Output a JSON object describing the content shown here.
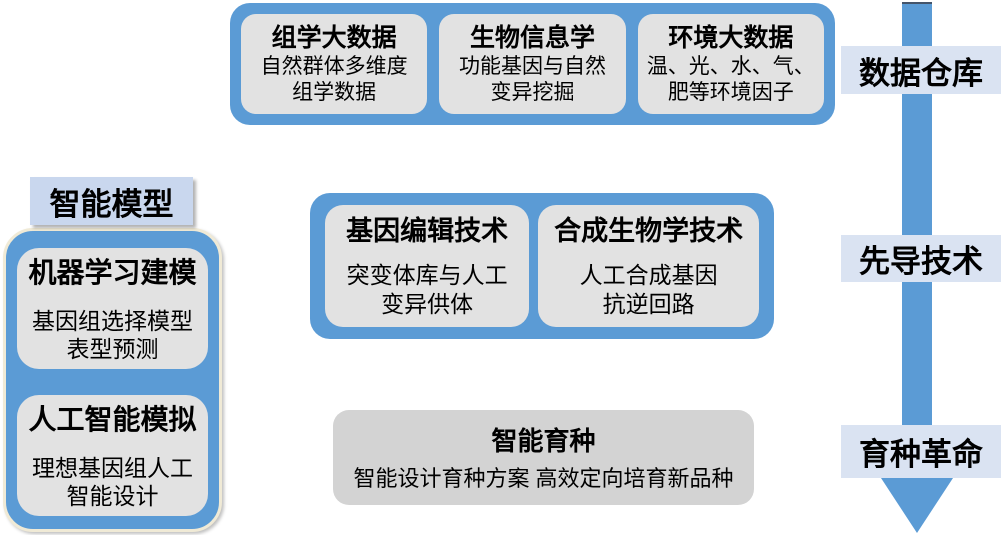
{
  "colors": {
    "group_blue": "#5b9bd5",
    "inner_box_gray": "#e2e2e2",
    "bottom_box_gray": "#d3d3d3",
    "flow_label_blue": "#dae3f2",
    "model_label_blue": "#c9d7ee",
    "cream_border": "#f0ead6",
    "text": "#000000"
  },
  "data_warehouse_group": {
    "boxes": [
      {
        "title": "组学大数据",
        "lines": [
          "自然群体多维度",
          "组学数据"
        ]
      },
      {
        "title": "生物信息学",
        "lines": [
          "功能基因与自然",
          "变异挖掘"
        ]
      },
      {
        "title": "环境大数据",
        "lines": [
          "温、光、水、气、",
          "肥等环境因子"
        ]
      }
    ]
  },
  "model_group": {
    "label": "智能模型",
    "boxes": [
      {
        "title": "机器学习建模",
        "lines": [
          "基因组选择模型",
          "表型预测"
        ]
      },
      {
        "title": "人工智能模拟",
        "lines": [
          "理想基因组人工",
          "智能设计"
        ]
      }
    ]
  },
  "tech_group": {
    "boxes": [
      {
        "title": "基因编辑技术",
        "lines": [
          "突变体库与人工",
          "变异供体"
        ]
      },
      {
        "title": "合成生物学技术",
        "lines": [
          "人工合成基因",
          "抗逆回路"
        ]
      }
    ]
  },
  "breeding_box": {
    "title": "智能育种",
    "subtitle": "智能设计育种方案 高效定向培育新品种"
  },
  "flow_labels": [
    {
      "label": "数据仓库"
    },
    {
      "label": "先导技术"
    },
    {
      "label": "育种革命"
    }
  ]
}
